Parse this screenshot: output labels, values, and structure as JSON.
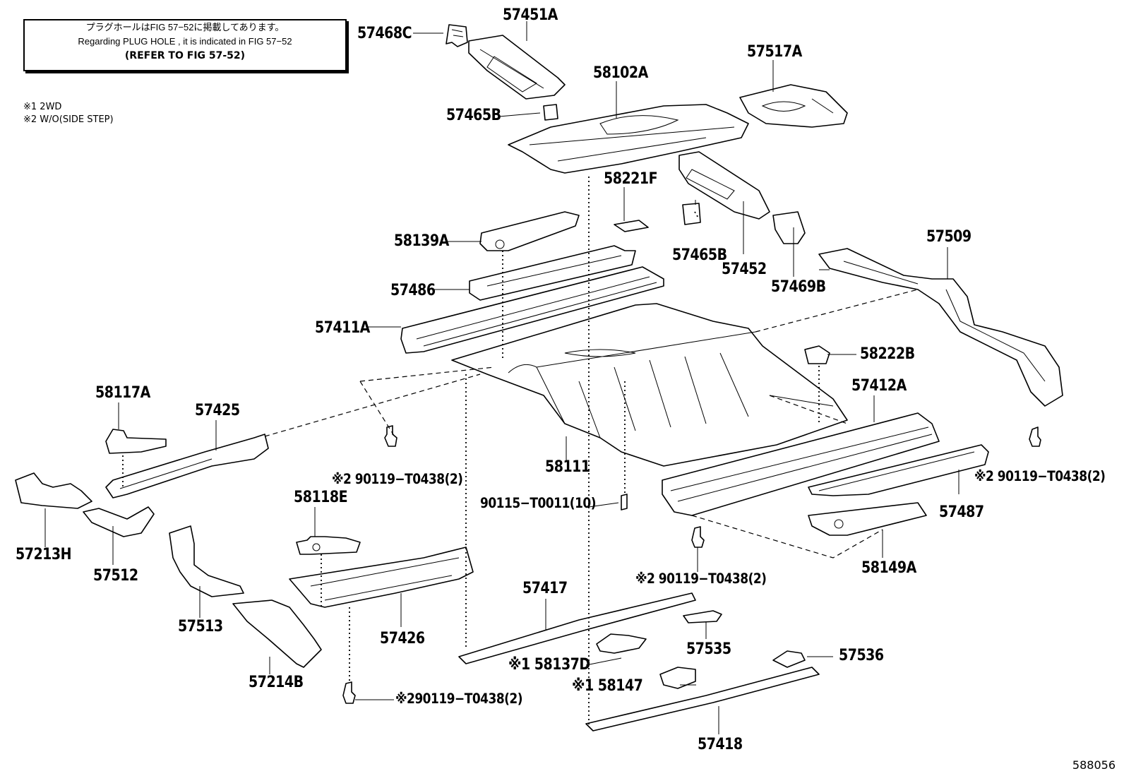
{
  "note": {
    "line1": "プラグホールはFIG 57−52に掲載してあります。",
    "line2": "Regarding  PLUG  HOLE , it is indicated in FIG  57−52",
    "line3": "(REFER TO FIG 57-52)"
  },
  "legend": {
    "item1": "※1 2WD",
    "item2": "※2 W/O(SIDE STEP)"
  },
  "labels": {
    "p57451A": "57451A",
    "p57468C": "57468C",
    "p57517A": "57517A",
    "p58102A": "58102A",
    "p57465B_top": "57465B",
    "p58221F": "58221F",
    "p58139A": "58139A",
    "p57465B_mid": "57465B",
    "p57452": "57452",
    "p57469B": "57469B",
    "p57509": "57509",
    "p57486": "57486",
    "p57411A": "57411A",
    "p58222B": "58222B",
    "p58117A": "58117A",
    "p57425": "57425",
    "p57412A": "57412A",
    "bolt_a": "※2 90119−T0438(2)",
    "bolt_b": "※2 90119−T0438(2)",
    "p58111": "58111",
    "p58118E": "58118E",
    "p90115": "90115−T0011(10)",
    "p57487": "57487",
    "p57213H": "57213H",
    "p57512": "57512",
    "p58149A": "58149A",
    "bolt_c": "※2 90119−T0438(2)",
    "p57417": "57417",
    "p57513": "57513",
    "p57426": "57426",
    "p57535": "57535",
    "p58137D": "※1 58137D",
    "p57536": "57536",
    "p57214B": "57214B",
    "p58147": "※1 58147",
    "bolt_d": "※290119−T0438(2)",
    "p57418": "57418"
  },
  "figure_number": "588056"
}
